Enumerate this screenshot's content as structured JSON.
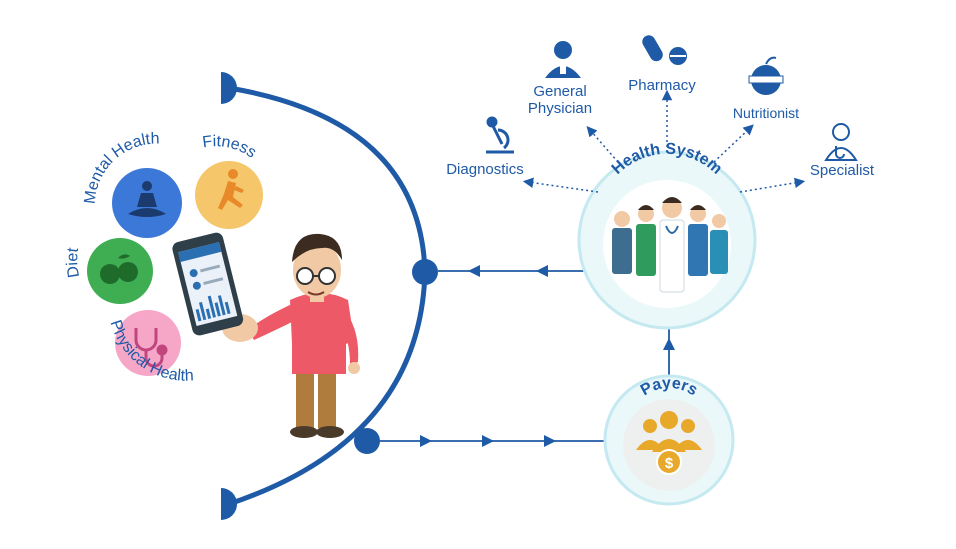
{
  "labels": {
    "general_physician_line1": "General",
    "general_physician_line2": "Physician",
    "pharmacy": "Pharmacy",
    "nutritionist": "Nutritionist",
    "diagnostics": "Diagnostics",
    "specialist": "Specialist",
    "health_system": "Health System",
    "payers": "Payers",
    "mental_health": "Mental Health",
    "fitness": "Fitness",
    "diet": "Diet",
    "physical_health": "Physical Health"
  },
  "colors": {
    "primary_blue": "#1f5aa6",
    "ring_fill": "#dff4f6",
    "ring_border": "#bfe6ee",
    "mental_health": "#3b78d8",
    "fitness": "#f5c66a",
    "diet": "#3fae52",
    "physical_health": "#f6a7c8",
    "payers_gold": "#e8a82a",
    "shirt": "#ee5967"
  },
  "icons": [
    "doctor-icon",
    "pill-icon",
    "apple-tape-icon",
    "microscope-icon",
    "specialist-icon",
    "meditation-icon",
    "runner-icon",
    "fruit-icon",
    "stethoscope-icon",
    "money-group-icon"
  ]
}
